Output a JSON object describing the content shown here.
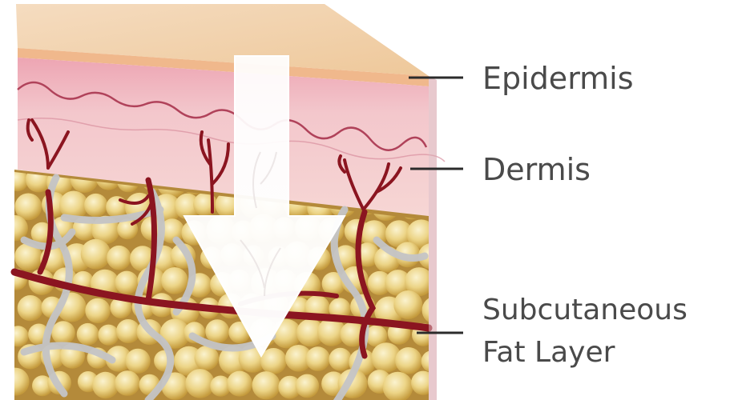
{
  "diagram": {
    "labels": {
      "epidermis": "Epidermis",
      "dermis": "Dermis",
      "subcutaneous_line1": "Subcutaneous",
      "subcutaneous_line2": "Fat Layer"
    },
    "colors": {
      "epidermis_top": "#f2cfa5",
      "epidermis_band": "#f0b98e",
      "dermis_upper": "#efa8b3",
      "dermis_lower": "#f1c3c5",
      "fat_background": "#c6a24a",
      "fat_cell": "#ead27f",
      "fat_cell_highlight": "#faf0c6",
      "vessel": "#8b1520",
      "septa": "#b8b8ba",
      "arrow": "#ffffff",
      "label_text": "#4a4a4a",
      "leader_line": "#2b2b2b"
    }
  }
}
